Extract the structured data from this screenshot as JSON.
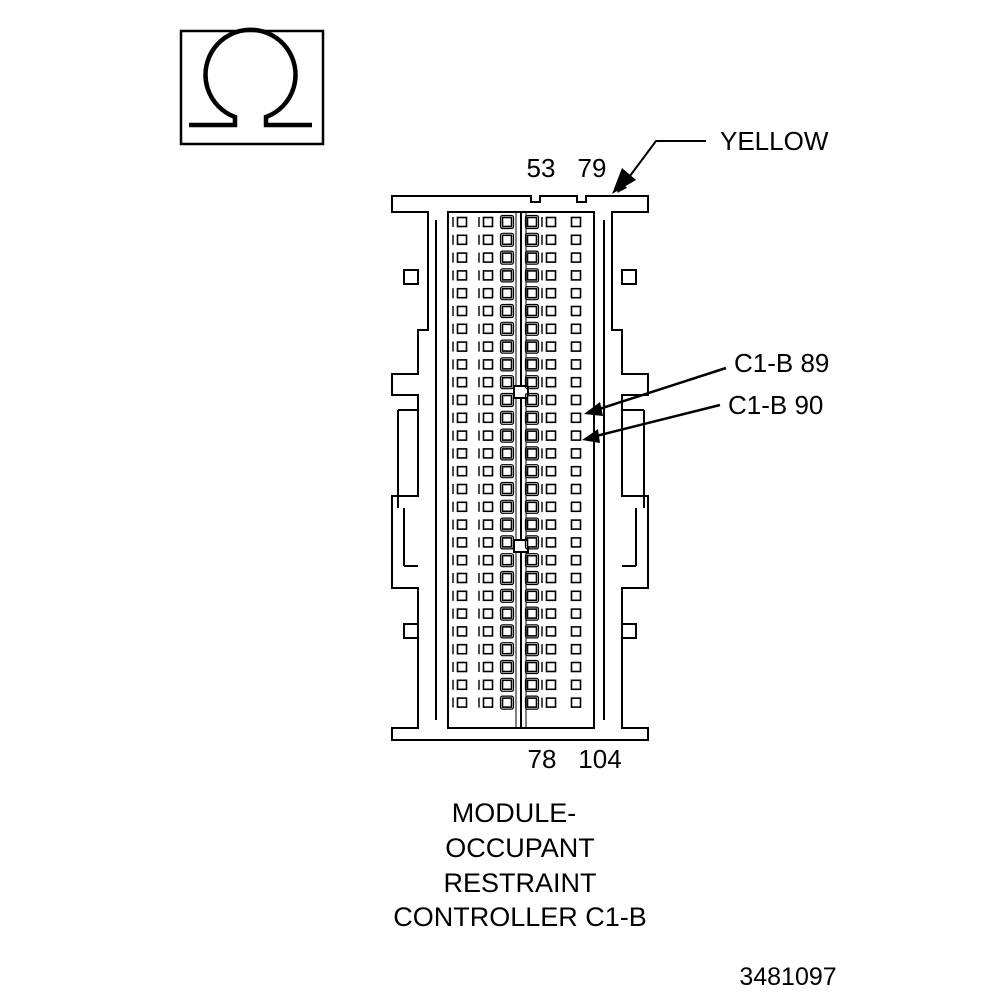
{
  "symbol": {
    "icon": "ohm-icon",
    "glyph": "Ω"
  },
  "connector": {
    "color_label": "YELLOW",
    "pin_top_left": "53",
    "pin_top_right": "79",
    "pin_bottom_left": "78",
    "pin_bottom_right": "104",
    "callouts": [
      "C1-B 89",
      "C1-B 90"
    ]
  },
  "caption": {
    "lines": [
      "MODULE-",
      "OCCUPANT",
      "RESTRAINT",
      "CONTROLLER C1-B"
    ]
  },
  "figure_number": "3481097"
}
